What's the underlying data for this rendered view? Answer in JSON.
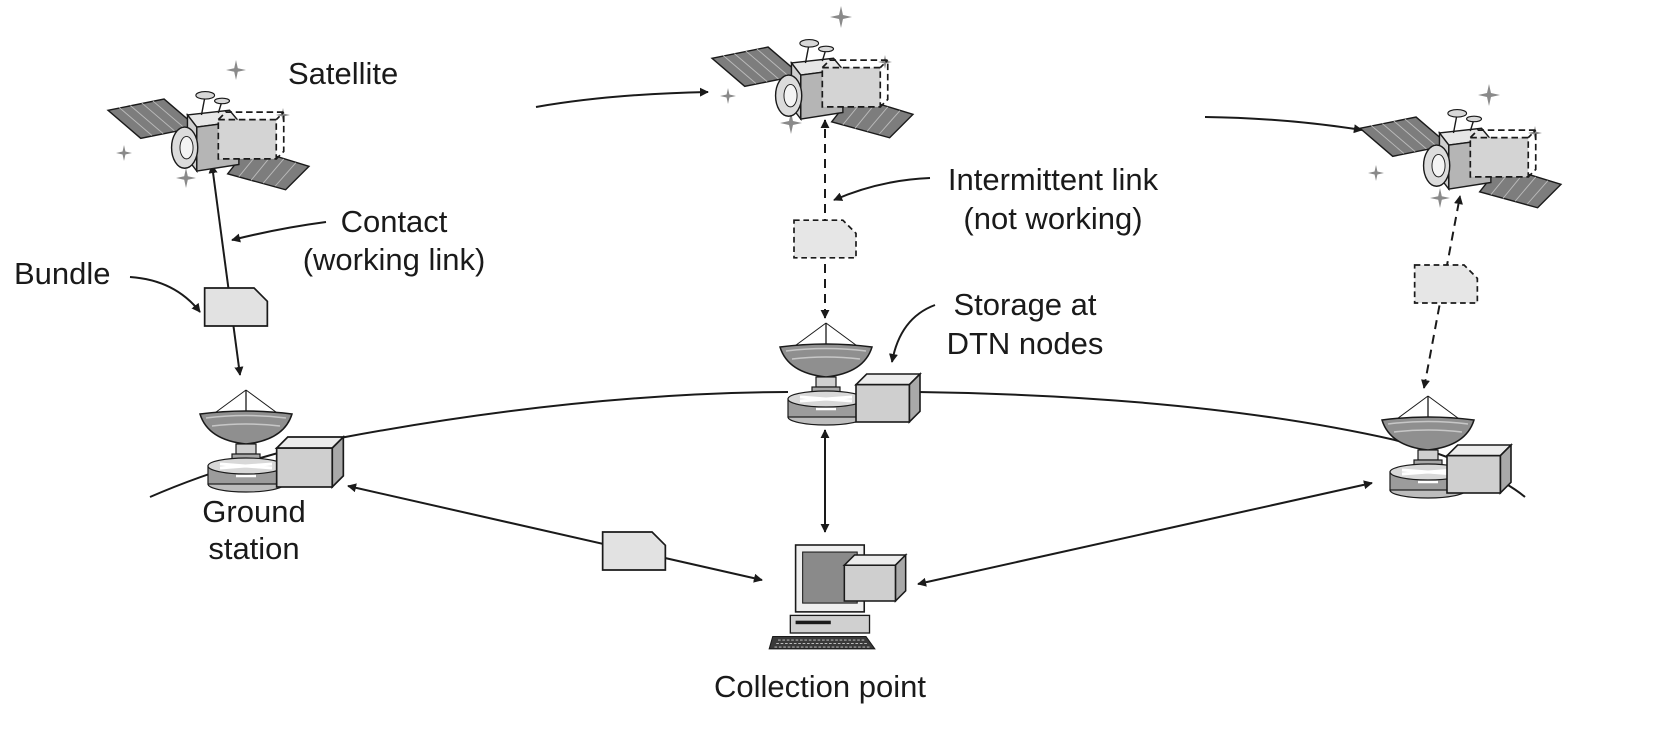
{
  "labels": {
    "satellite": "Satellite",
    "contact_line1": "Contact",
    "contact_line2": "(working link)",
    "bundle": "Bundle",
    "intermittent_line1": "Intermittent link",
    "intermittent_line2": "(not working)",
    "storage_line1": "Storage at",
    "storage_line2": "DTN nodes",
    "ground_line1": "Ground",
    "ground_line2": "station",
    "collection": "Collection point"
  },
  "link_states": {
    "left_satellite_link": "working",
    "middle_satellite_link": "not working",
    "right_satellite_link": "not working"
  },
  "icons": [
    "satellite-icon",
    "ground-station-icon",
    "dish-antenna-icon",
    "router-icon",
    "storage-box-icon",
    "bundle-icon",
    "computer-icon",
    "sparkle-star-icon"
  ],
  "colors": {
    "line": "#1a1a1a",
    "bundle_fill": "#e2e2e2",
    "storage_fill": "#cfcfcf",
    "panel_fill": "#7d7d7d"
  }
}
